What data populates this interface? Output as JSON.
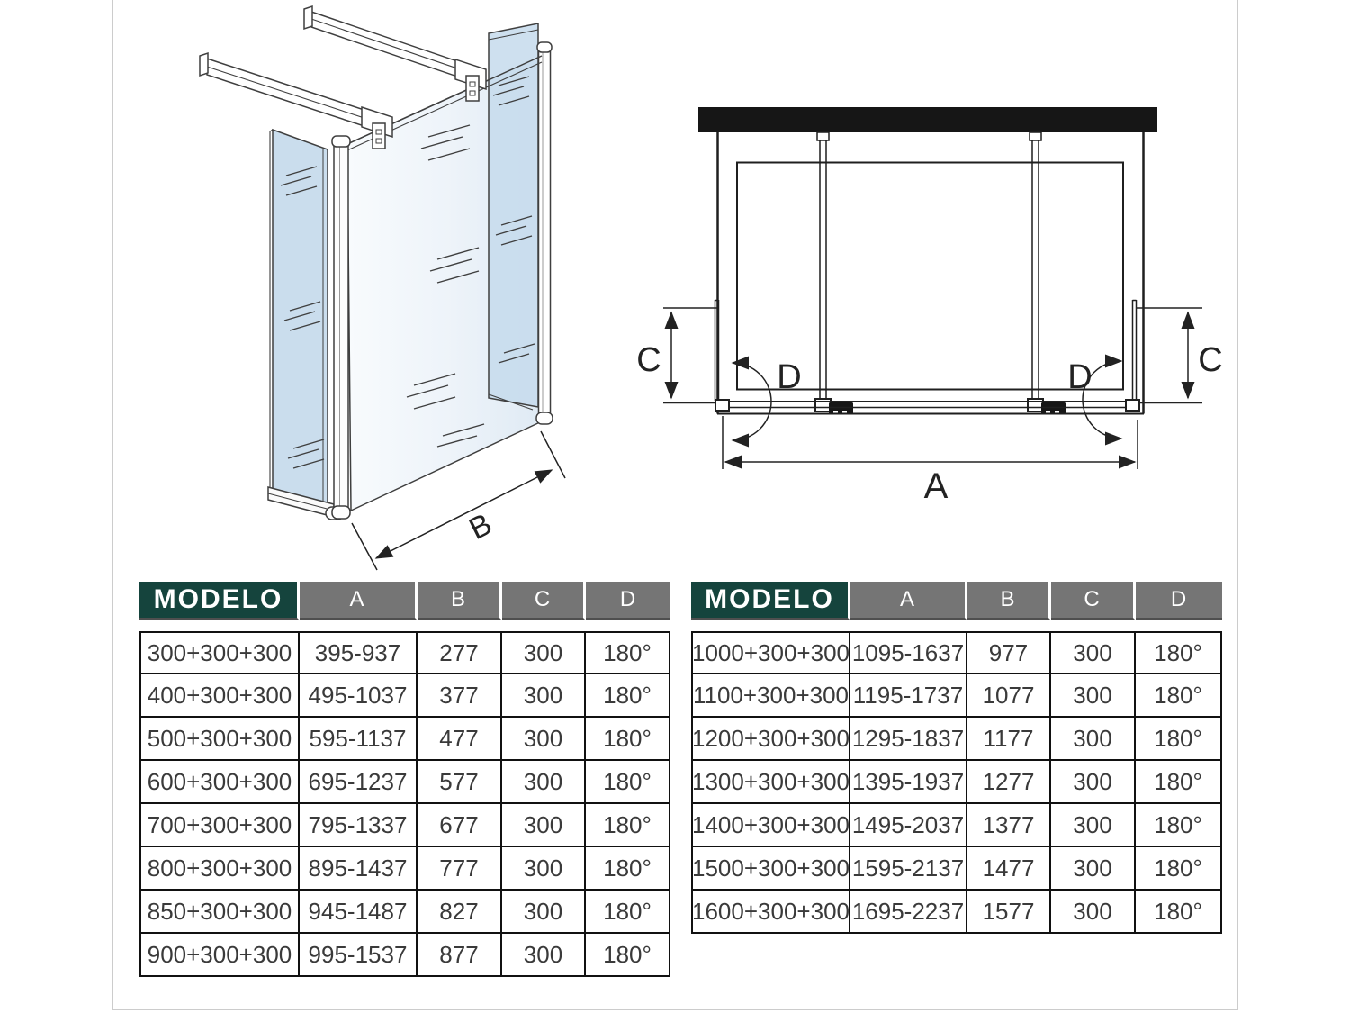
{
  "diagram": {
    "iso": {
      "dim_b": "B"
    },
    "plan": {
      "dim_a": "A",
      "dim_c_left": "C",
      "dim_c_right": "C",
      "dim_d_left": "D",
      "dim_d_right": "D"
    }
  },
  "tables": [
    {
      "header": {
        "model": "MODELO",
        "cols": [
          "A",
          "B",
          "C",
          "D"
        ]
      },
      "rows": [
        [
          "300+300+300",
          "395-937",
          "277",
          "300",
          "180°"
        ],
        [
          "400+300+300",
          "495-1037",
          "377",
          "300",
          "180°"
        ],
        [
          "500+300+300",
          "595-1137",
          "477",
          "300",
          "180°"
        ],
        [
          "600+300+300",
          "695-1237",
          "577",
          "300",
          "180°"
        ],
        [
          "700+300+300",
          "795-1337",
          "677",
          "300",
          "180°"
        ],
        [
          "800+300+300",
          "895-1437",
          "777",
          "300",
          "180°"
        ],
        [
          "850+300+300",
          "945-1487",
          "827",
          "300",
          "180°"
        ],
        [
          "900+300+300",
          "995-1537",
          "877",
          "300",
          "180°"
        ]
      ]
    },
    {
      "header": {
        "model": "MODELO",
        "cols": [
          "A",
          "B",
          "C",
          "D"
        ]
      },
      "rows": [
        [
          "1000+300+300",
          "1095-1637",
          "977",
          "300",
          "180°"
        ],
        [
          "1100+300+300",
          "1195-1737",
          "1077",
          "300",
          "180°"
        ],
        [
          "1200+300+300",
          "1295-1837",
          "1177",
          "300",
          "180°"
        ],
        [
          "1300+300+300",
          "1395-1937",
          "1277",
          "300",
          "180°"
        ],
        [
          "1400+300+300",
          "1495-2037",
          "1377",
          "300",
          "180°"
        ],
        [
          "1500+300+300",
          "1595-2137",
          "1477",
          "300",
          "180°"
        ],
        [
          "1600+300+300",
          "1695-2237",
          "1577",
          "300",
          "180°"
        ]
      ]
    }
  ],
  "colors": {
    "model_header_bg": "#15443d",
    "column_header_bg": "#757575",
    "table_border": "#111111",
    "glass_blue": "#c6daec",
    "wall_black": "#161616",
    "frame_gray": "#cccccc"
  }
}
